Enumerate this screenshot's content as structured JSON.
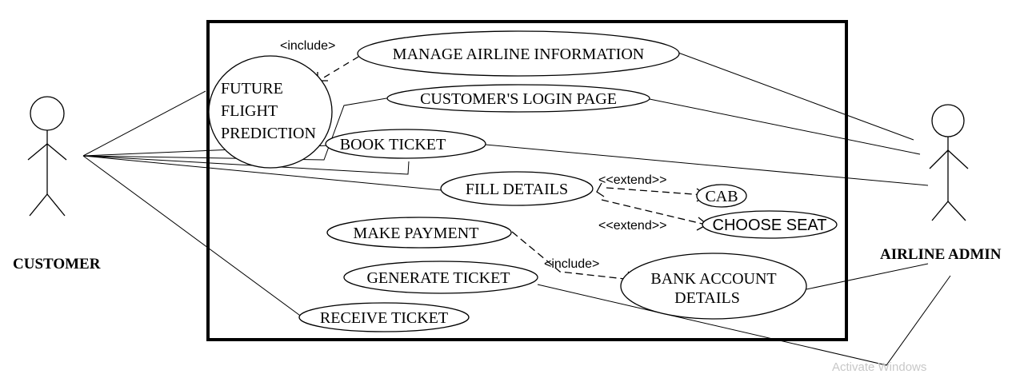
{
  "system_boundary": {
    "label": ""
  },
  "actors": {
    "customer": {
      "label": "CUSTOMER"
    },
    "admin": {
      "label": "AIRLINE ADMIN"
    }
  },
  "use_cases": {
    "manage_airline": "MANAGE AIRLINE INFORMATION",
    "future_line1": "FUTURE",
    "future_line2": "FLIGHT",
    "future_line3": "PREDICTION",
    "customer_login": "CUSTOMER'S LOGIN PAGE",
    "book_ticket": "BOOK TICKET",
    "fill_details": "FILL DETAILS",
    "cab": "CAB",
    "choose_seat": "CHOOSE SEAT",
    "make_payment": "MAKE PAYMENT",
    "generate_ticket": "GENERATE TICKET",
    "bank_line1": "BANK ACCOUNT",
    "bank_line2": "DETAILS",
    "receive_ticket": "RECEIVE TICKET"
  },
  "stereotypes": {
    "include_top": "<include>",
    "extend_cab": "<<extend>>",
    "extend_seat": "<<extend>>",
    "include_payment": "<include>"
  },
  "watermark": "Activate Windows"
}
